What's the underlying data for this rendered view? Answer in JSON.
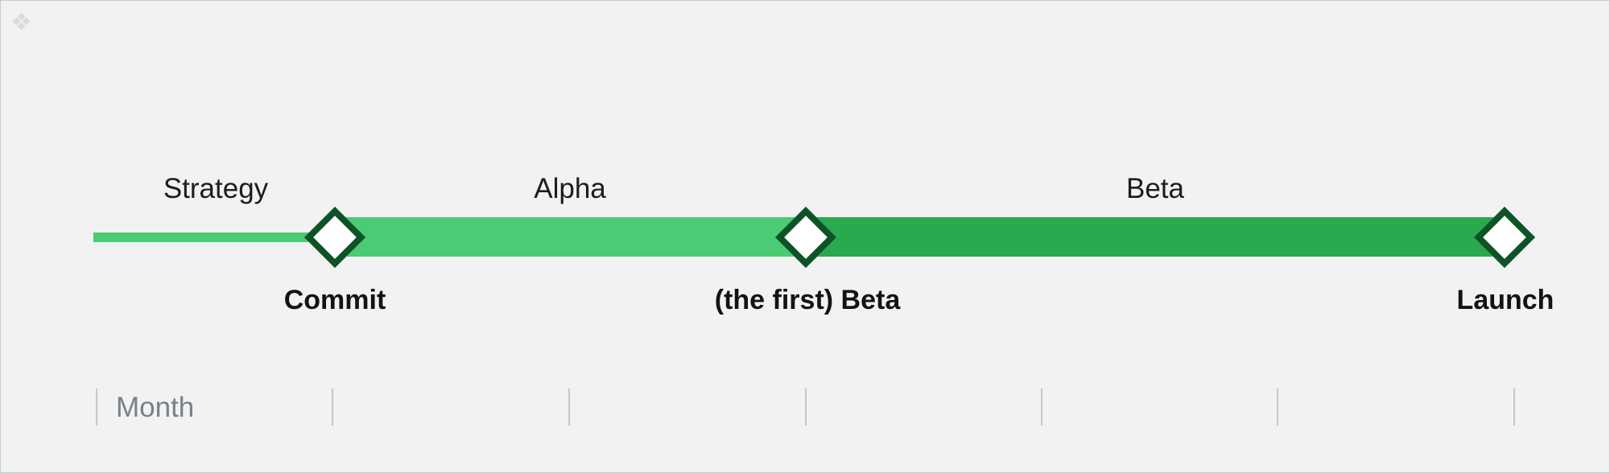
{
  "phases": [
    {
      "label": "Strategy",
      "color": "#4bcb73"
    },
    {
      "label": "Alpha",
      "color": "#4bcb73"
    },
    {
      "label": "Beta",
      "color": "#2aaa4e"
    }
  ],
  "milestones": [
    {
      "label": "Commit"
    },
    {
      "label": "(the first) Beta"
    },
    {
      "label": "Launch"
    }
  ],
  "axis": {
    "unit_label": "Month",
    "tick_count": 7
  },
  "colors": {
    "background": "#f1f2f1",
    "milestone_border": "#0e5326",
    "milestone_fill": "#ffffff",
    "tick": "#c4c7c9"
  },
  "icons": {
    "corner": "diamond-grid-icon"
  }
}
